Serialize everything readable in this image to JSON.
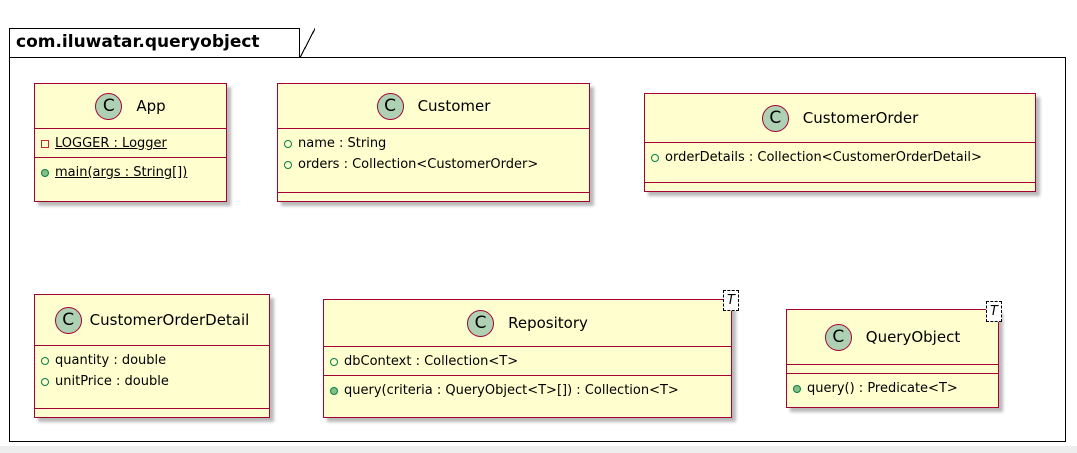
{
  "package": {
    "name": "com.iluwatar.queryobject"
  },
  "classes": {
    "app": {
      "stereotype": "C",
      "name": "App",
      "fields": [
        {
          "visibility": "private",
          "text": "LOGGER : Logger",
          "static": true
        }
      ],
      "methods": [
        {
          "visibility": "public",
          "text": "main(args : String[])",
          "static": true
        }
      ]
    },
    "customer": {
      "stereotype": "C",
      "name": "Customer",
      "fields": [
        {
          "visibility": "public",
          "text": "name : String"
        },
        {
          "visibility": "public",
          "text": "orders : Collection<CustomerOrder>"
        }
      ],
      "methods": []
    },
    "customer_order": {
      "stereotype": "C",
      "name": "CustomerOrder",
      "fields": [
        {
          "visibility": "public",
          "text": "orderDetails : Collection<CustomerOrderDetail>"
        }
      ],
      "methods": []
    },
    "customer_order_detail": {
      "stereotype": "C",
      "name": "CustomerOrderDetail",
      "fields": [
        {
          "visibility": "public",
          "text": "quantity : double"
        },
        {
          "visibility": "public",
          "text": "unitPrice : double"
        }
      ],
      "methods": []
    },
    "repository": {
      "stereotype": "C",
      "name": "Repository",
      "type_param": "T",
      "fields": [
        {
          "visibility": "public",
          "text": "dbContext : Collection<T>"
        }
      ],
      "methods": [
        {
          "visibility": "public",
          "text": "query(criteria : QueryObject<T>[]) : Collection<T>"
        }
      ]
    },
    "query_object": {
      "stereotype": "C",
      "name": "QueryObject",
      "type_param": "T",
      "fields": [],
      "methods": [
        {
          "visibility": "public",
          "text": "query() : Predicate<T>"
        }
      ]
    }
  }
}
